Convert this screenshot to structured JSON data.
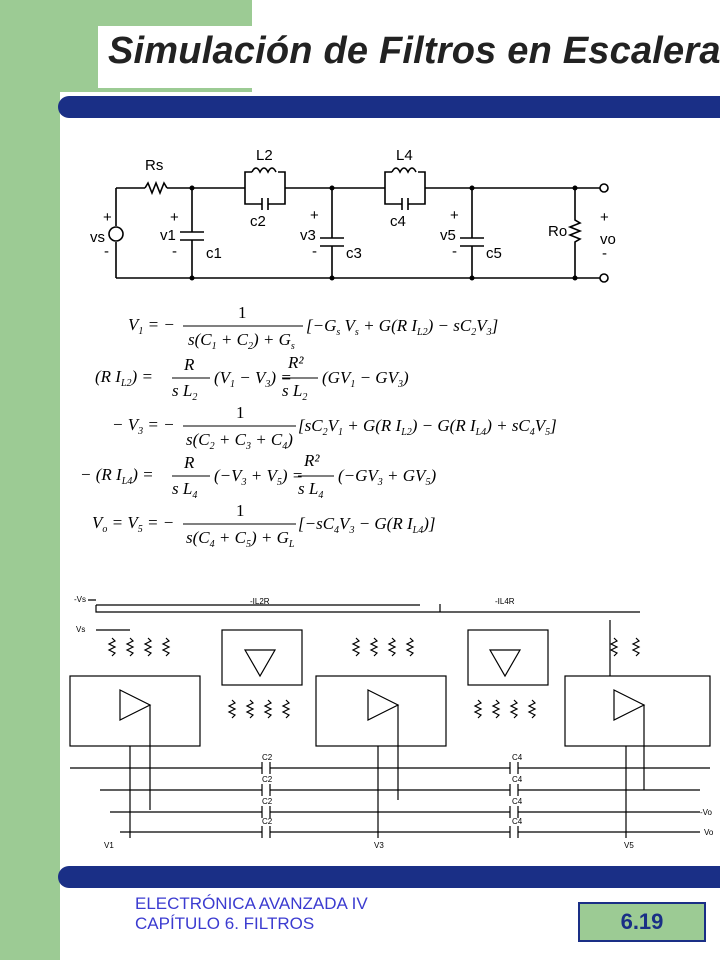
{
  "slide": {
    "title": "Simulación de Filtros en Escalera.",
    "footer_line1": "ELECTRÓNICA AVANZADA IV",
    "footer_line2": "CAPÍTULO 6. FILTROS",
    "page_number": "6.19"
  },
  "colors": {
    "accent_bar": "#1a2f86",
    "side_band": "#9ccb94",
    "footer_text": "#3b3bd0"
  },
  "ladder_circuit": {
    "source_resistor": "Rs",
    "inductors": [
      "L2",
      "L4"
    ],
    "coupling_caps": [
      "c2",
      "c4"
    ],
    "shunt_caps": [
      "c1",
      "c3",
      "c5"
    ],
    "node_voltages": [
      "v1",
      "v3",
      "v5"
    ],
    "source": "vs",
    "load": "Ro",
    "output": "vo",
    "plus": "+",
    "minus": "-"
  },
  "equations": [
    {
      "lhs": "V1 =",
      "rhs": "− 1 / ( s(C1 + C2) + Gs ) · [ −Gs Vs + G(R IL2) − sC2 V3 ]"
    },
    {
      "lhs": "(R IL2) =",
      "rhs": "R / (s L2) · (V1 − V3) = R² / (s L2) · (GV1 − GV3)"
    },
    {
      "lhs": "− V3 =",
      "rhs": "− 1 / ( s(C2 + C3 + C4) ) · [ sC2 V1 + G(R IL2) − G(R IL4) + sC4 V5 ]"
    },
    {
      "lhs": "− (R IL4) =",
      "rhs": "R / (s L4) · (−V3 + V5) = R² / (s L4) · (−GV3 + GV5)"
    },
    {
      "lhs": "Vo = V5 =",
      "rhs": "− 1 / ( s(C4 + C5) + GL ) · [ −sC4 V3 − G(R IL4) ]"
    }
  ],
  "opamp_circuit": {
    "inputs": [
      "-Vs",
      "Vs"
    ],
    "currents": [
      "-IL2R",
      "-IL4R"
    ],
    "outputs": [
      "-Vo",
      "Vo"
    ],
    "nodes": [
      "V1",
      "V3",
      "V5"
    ],
    "cap_c2": "C2",
    "cap_c4": "C4"
  }
}
